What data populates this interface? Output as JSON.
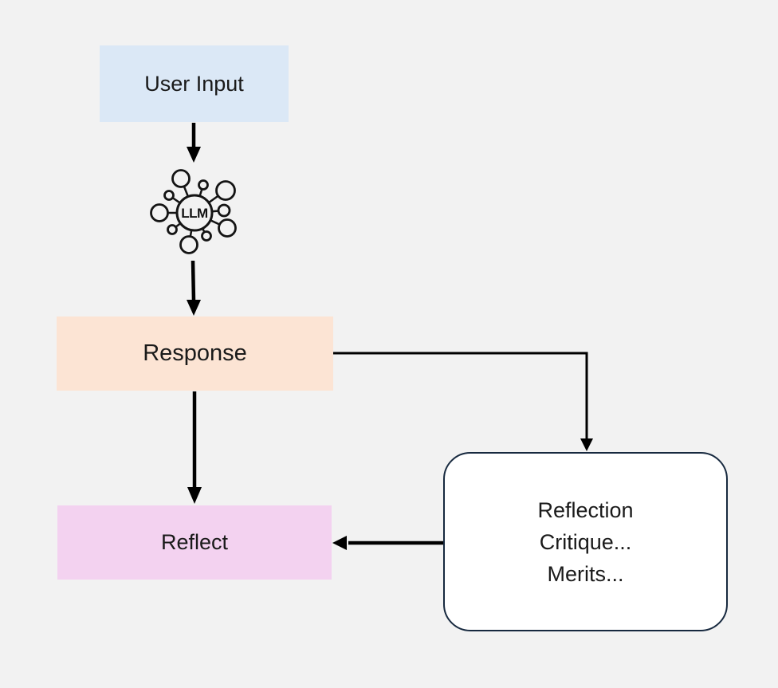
{
  "diagram": {
    "background_color": "#f2f2f2",
    "arrow_color": "#000000",
    "nodes": {
      "user_input": {
        "label": "User Input",
        "fill": "#dbe8f6"
      },
      "llm": {
        "label": "LLM"
      },
      "response": {
        "label": "Response",
        "fill": "#fce4d4"
      },
      "reflect": {
        "label": "Reflect",
        "fill": "#f3d2f0"
      },
      "reflection_note": {
        "lines": [
          "Reflection",
          "Critique...",
          "Merits..."
        ],
        "fill": "#ffffff",
        "border_color": "#17293f"
      }
    }
  }
}
